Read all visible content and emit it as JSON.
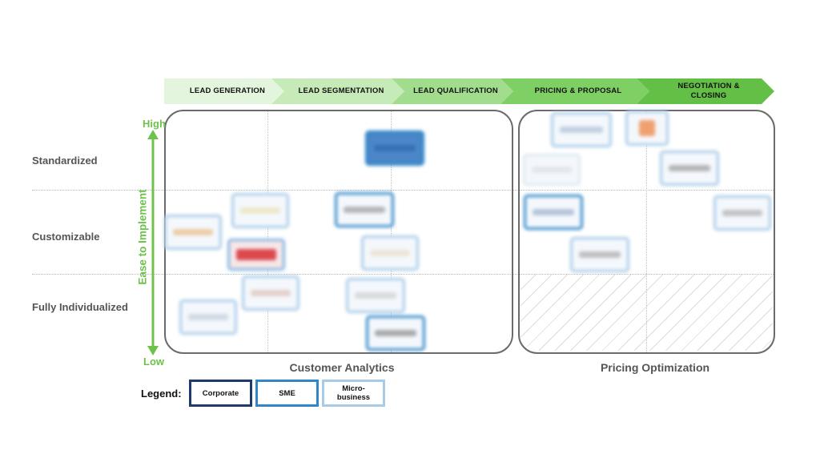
{
  "process_stages": [
    {
      "label": "LEAD GENERATION",
      "color": "#e4f5dd"
    },
    {
      "label": "LEAD SEGMENTATION",
      "color": "#c6ebb9"
    },
    {
      "label": "LEAD QUALIFICATION",
      "color": "#a2dd8e"
    },
    {
      "label": "PRICING & PROPOSAL",
      "color": "#7fd064"
    },
    {
      "label": "NEGOTIATION & CLOSING",
      "color": "#64bf46"
    }
  ],
  "rows": {
    "standardized": "Standardized",
    "customizable": "Customizable",
    "fully_individualized": "Fully Individualized"
  },
  "axis": {
    "title": "Ease to Implement",
    "high": "High",
    "low": "Low",
    "color": "#6cc24a"
  },
  "sections": {
    "left": "Customer Analytics",
    "right": "Pricing Optimization"
  },
  "legend": {
    "title": "Legend:",
    "items": [
      {
        "label": "Corporate",
        "color": "#1f3a6e"
      },
      {
        "label": "SME",
        "color": "#2f86c8"
      },
      {
        "label": "Micro-\nbusiness",
        "color": "#a8cbe8"
      }
    ]
  },
  "logos": [
    {
      "name": "logo-a",
      "tier": "sme",
      "inner": "#3a78c2"
    },
    {
      "name": "logo-b",
      "tier": "micro",
      "inner": "#e9dca8"
    },
    {
      "name": "logo-c",
      "tier": "sme",
      "inner": "#9a9a9a"
    },
    {
      "name": "logo-d",
      "tier": "micro",
      "inner": "#e4b070"
    },
    {
      "name": "logo-e",
      "tier": "sme",
      "inner": "#d9383d"
    },
    {
      "name": "logo-f",
      "tier": "micro",
      "inner": "#ead7c0"
    },
    {
      "name": "logo-g",
      "tier": "micro",
      "inner": "#d8b8a8"
    },
    {
      "name": "logo-h",
      "tier": "micro",
      "inner": "#c7c7c7"
    },
    {
      "name": "logo-i",
      "tier": "micro",
      "inner": "#b8c4d6"
    },
    {
      "name": "logo-j",
      "tier": "sme",
      "inner": "#777777"
    },
    {
      "name": "logo-k",
      "tier": "micro",
      "inner": "#9fb4cf"
    },
    {
      "name": "logo-l",
      "tier": "micro",
      "inner": "#f08a4b"
    },
    {
      "name": "logo-m",
      "tier": "micro",
      "inner": "#d6dbe2"
    },
    {
      "name": "logo-n",
      "tier": "micro",
      "inner": "#8a8a8a"
    },
    {
      "name": "logo-o",
      "tier": "sme",
      "inner": "#8aa2c0"
    },
    {
      "name": "logo-p",
      "tier": "micro",
      "inner": "#a0a0a0"
    },
    {
      "name": "logo-q",
      "tier": "micro",
      "inner": "#9a9a9a"
    }
  ]
}
